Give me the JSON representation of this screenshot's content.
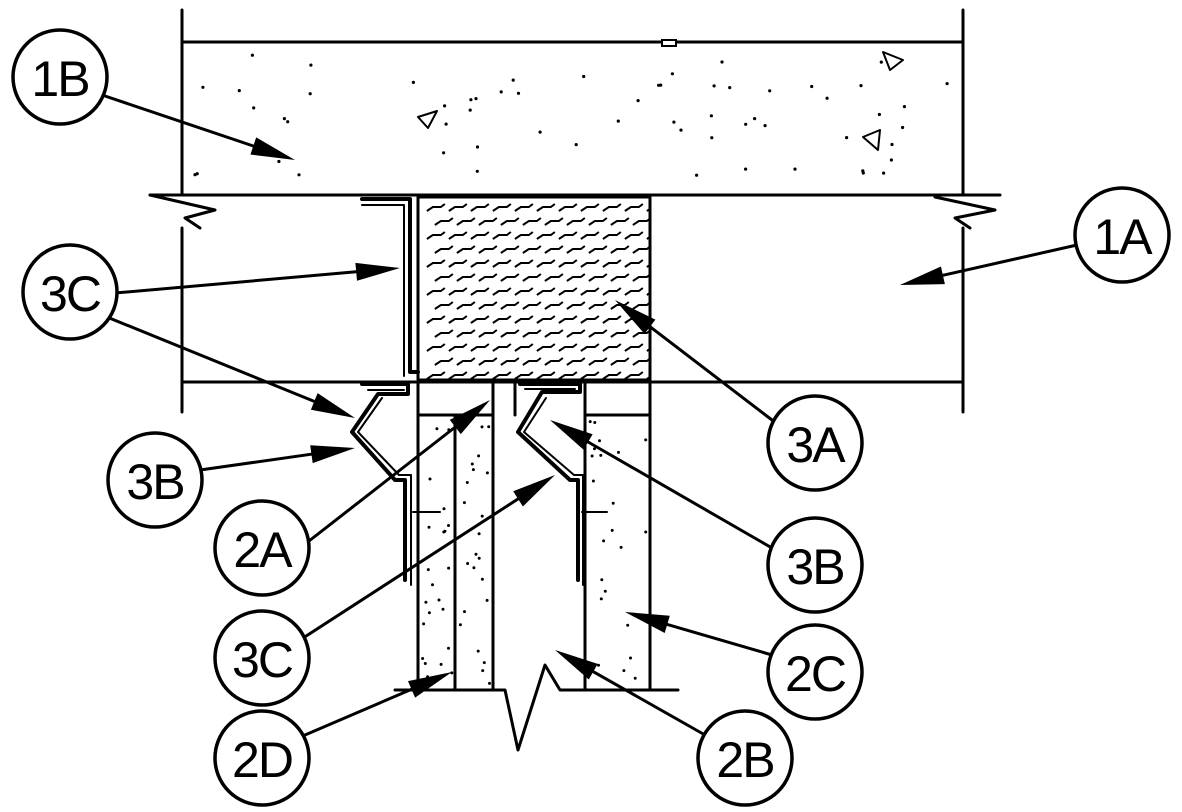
{
  "callouts": {
    "c1B": "1B",
    "c1A": "1A",
    "c3C_top": "3C",
    "c3A": "3A",
    "c3B_left": "3B",
    "c2A": "2A",
    "c3B_right": "3B",
    "c3C_bottom": "3C",
    "c2C": "2C",
    "c2D": "2D",
    "c2B": "2B"
  }
}
